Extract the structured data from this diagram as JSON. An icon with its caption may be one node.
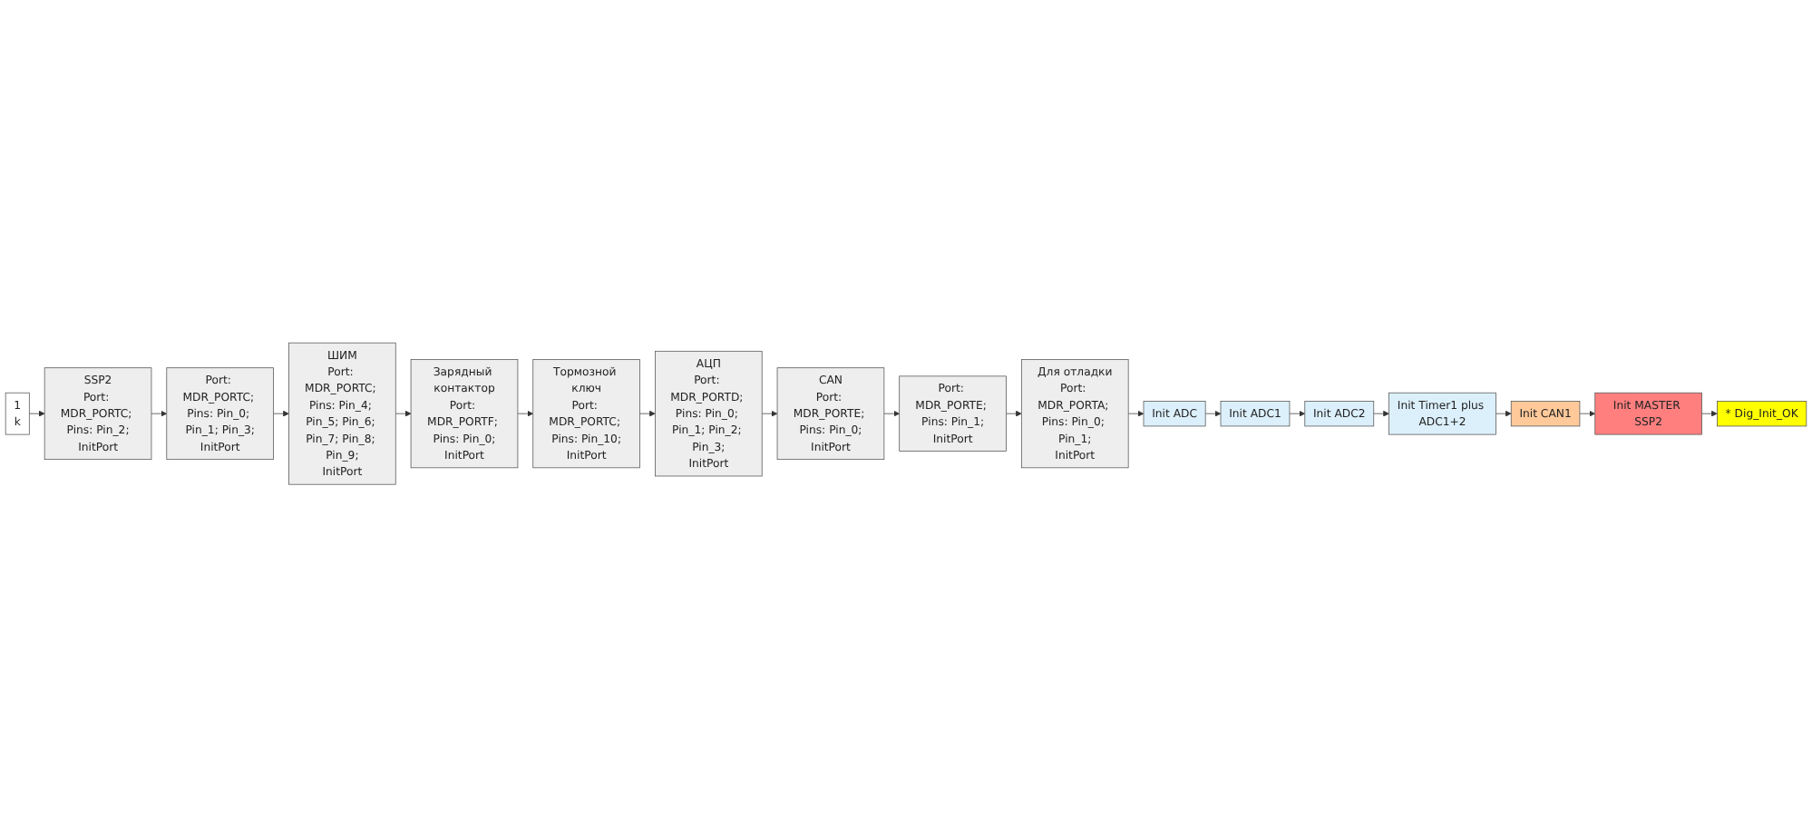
{
  "diagram": {
    "nodes": [
      {
        "text": [
          "1",
          "k"
        ]
      },
      {
        "text": [
          "SSP2",
          "Port: MDR_PORTC; Pins: Pin_2;",
          "InitPort"
        ]
      },
      {
        "text": [
          "Port: MDR_PORTC; Pins: Pin_0; Pin_1; Pin_3;",
          "InitPort"
        ]
      },
      {
        "text": [
          "ШИМ",
          "Port: MDR_PORTC; Pins: Pin_4; Pin_5; Pin_6; Pin_7; Pin_8; Pin_9;",
          "InitPort"
        ]
      },
      {
        "text": [
          "Зарядный контактор",
          "Port: MDR_PORTF; Pins: Pin_0;",
          "InitPort"
        ]
      },
      {
        "text": [
          "Тормозной ключ",
          "Port: MDR_PORTC; Pins: Pin_10;",
          "InitPort"
        ]
      },
      {
        "text": [
          "АЦП",
          "Port: MDR_PORTD; Pins: Pin_0; Pin_1; Pin_2; Pin_3;",
          "InitPort"
        ]
      },
      {
        "text": [
          "CAN",
          "Port: MDR_PORTE; Pins: Pin_0;",
          "InitPort"
        ]
      },
      {
        "text": [
          "Port: MDR_PORTE; Pins: Pin_1;",
          "InitPort"
        ]
      },
      {
        "text": [
          "Для отладки",
          "Port: MDR_PORTA; Pins: Pin_0; Pin_1;",
          "InitPort"
        ]
      },
      {
        "text": [
          "Init ADC"
        ]
      },
      {
        "text": [
          "Init ADC1"
        ]
      },
      {
        "text": [
          "Init ADC2"
        ]
      },
      {
        "text": [
          "Init Timer1 plus ADC1+2"
        ]
      },
      {
        "text": [
          "Init CAN1"
        ]
      },
      {
        "text": [
          "Init MASTER SSP2"
        ]
      },
      {
        "text": [
          "* Dig_Init_OK"
        ]
      }
    ],
    "edges": [
      {
        "from": 0,
        "to": 1,
        "arrow": "to"
      },
      {
        "from": 1,
        "to": 2,
        "arrow": "to"
      },
      {
        "from": 2,
        "to": 3,
        "arrow": "to"
      },
      {
        "from": 3,
        "to": 4,
        "arrow": "to"
      },
      {
        "from": 4,
        "to": 5,
        "arrow": "to"
      },
      {
        "from": 5,
        "to": 6,
        "arrow": "to"
      },
      {
        "from": 6,
        "to": 7,
        "arrow": "to"
      },
      {
        "from": 7,
        "to": 8,
        "arrow": "to"
      },
      {
        "from": 8,
        "to": 9,
        "arrow": "to"
      },
      {
        "from": 9,
        "to": 10,
        "arrow": "to"
      },
      {
        "from": 10,
        "to": 11,
        "arrow": "to"
      },
      {
        "from": 11,
        "to": 12,
        "arrow": "to"
      },
      {
        "from": 12,
        "to": 13,
        "arrow": "to"
      },
      {
        "from": 13,
        "to": 14,
        "arrow": "to"
      },
      {
        "from": 14,
        "to": 15,
        "arrow": "to"
      },
      {
        "from": 15,
        "to": 16,
        "arrow": "to"
      }
    ]
  }
}
